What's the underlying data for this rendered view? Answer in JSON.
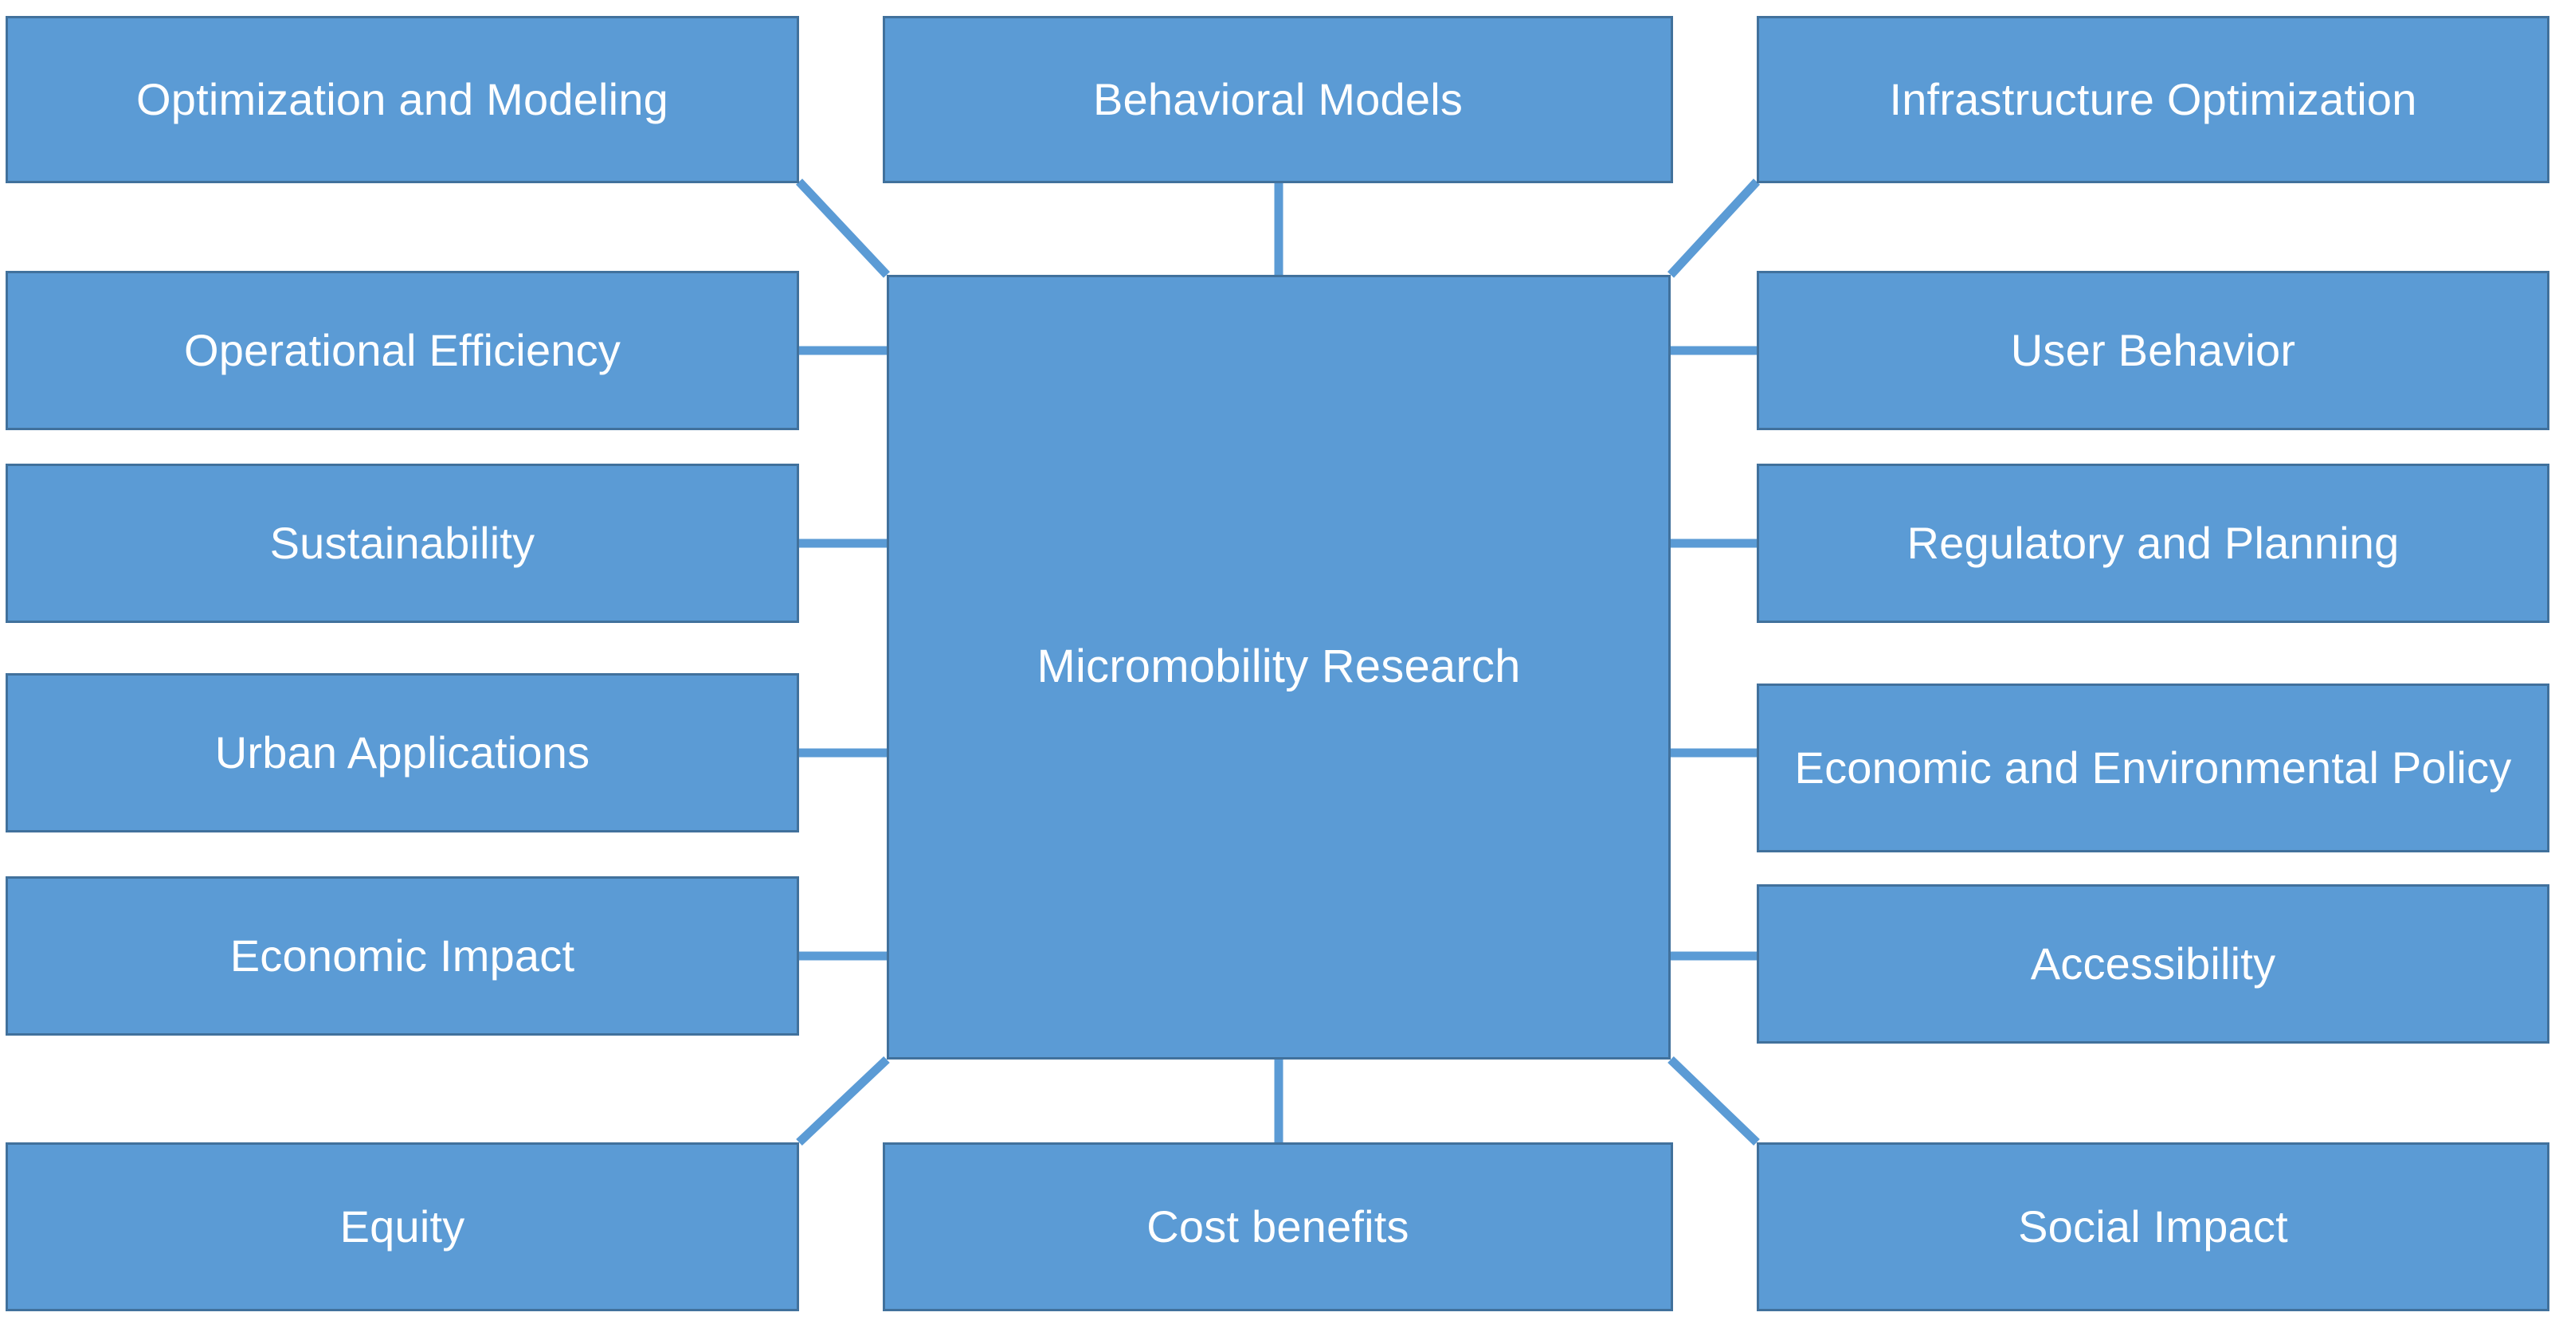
{
  "diagram": {
    "title": "Micromobility Research",
    "type": "hub-and-spoke mind map",
    "colors": {
      "node_fill": "#5B9BD5",
      "node_border": "#41719C",
      "node_text": "#FFFFFF",
      "connector": "#5B9BD5",
      "background": "#FFFFFF"
    },
    "center": {
      "label": "Micromobility Research"
    },
    "top_row": [
      {
        "label": "Optimization and Modeling"
      },
      {
        "label": "Behavioral Models"
      },
      {
        "label": "Infrastructure Optimization"
      }
    ],
    "left_column": [
      {
        "label": "Operational Efficiency"
      },
      {
        "label": "Sustainability"
      },
      {
        "label": "Urban Applications"
      },
      {
        "label": "Economic Impact"
      }
    ],
    "right_column": [
      {
        "label": "User Behavior"
      },
      {
        "label": "Regulatory and Planning"
      },
      {
        "label": "Economic and Environmental Policy"
      },
      {
        "label": "Accessibility"
      }
    ],
    "bottom_row": [
      {
        "label": "Equity"
      },
      {
        "label": "Cost benefits"
      },
      {
        "label": "Social Impact"
      }
    ]
  }
}
